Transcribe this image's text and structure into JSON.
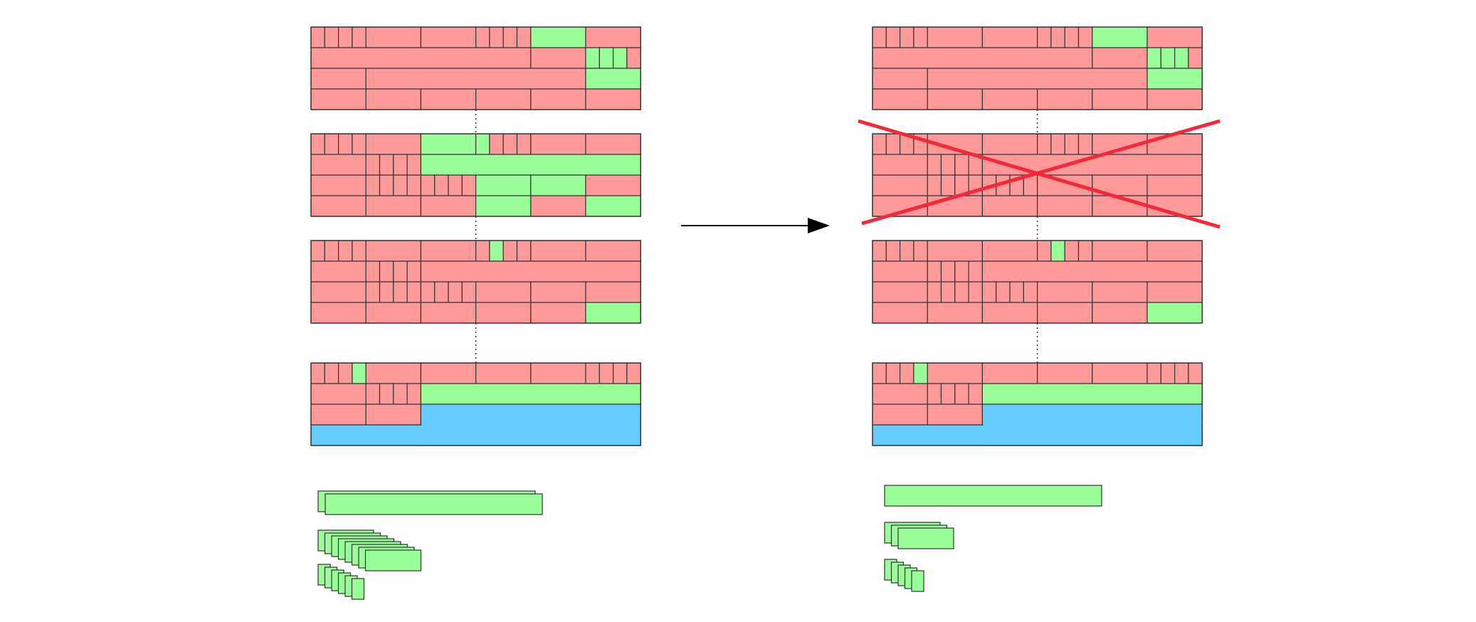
{
  "colors": {
    "used": "#fe9999",
    "free": "#99fe99",
    "unallocated": "#66ccfe",
    "outline": "#333333",
    "cross": "#f2293a",
    "arrow": "#000000",
    "connector": "#333333"
  },
  "diagram": {
    "left_panel": {
      "pages": [
        {
          "rows": [
            [
              "S",
              "S",
              "S",
              "S",
              "M",
              "M",
              "S",
              "S",
              "S",
              "S",
              "F",
              "M"
            ],
            [
              "L",
              "M",
              "f",
              "f",
              "f",
              "s"
            ],
            [
              "M",
              "L",
              "F"
            ],
            [
              "M",
              "M",
              "M",
              "M",
              "M",
              "M"
            ]
          ]
        },
        {
          "rows": [
            [
              "S",
              "S",
              "S",
              "S",
              "M",
              "F",
              "f",
              "S",
              "S",
              "S",
              "M",
              "M"
            ],
            [
              "M",
              "S",
              "S",
              "S",
              "S",
              "FL"
            ],
            [
              "M",
              "S",
              "S",
              "S",
              "S",
              "S",
              "S",
              "S",
              "S",
              "F",
              "F",
              "M"
            ],
            [
              "M",
              "M",
              "M",
              "F",
              "M",
              "F"
            ]
          ]
        },
        {
          "rows": [
            [
              "S",
              "S",
              "S",
              "S",
              "M",
              "M",
              "S",
              "f",
              "S",
              "S",
              "M",
              "M"
            ],
            [
              "M",
              "S",
              "S",
              "S",
              "S",
              "L"
            ],
            [
              "M",
              "S",
              "S",
              "S",
              "S",
              "S",
              "S",
              "S",
              "S",
              "M",
              "M",
              "M"
            ],
            [
              "M",
              "M",
              "M",
              "M",
              "M",
              "F"
            ]
          ]
        },
        {
          "rows": [
            [
              "S",
              "S",
              "S",
              "f",
              "M",
              "M",
              "M",
              "M",
              "S",
              "S",
              "S",
              "S"
            ],
            [
              "M",
              "S",
              "S",
              "S",
              "S",
              "FL"
            ],
            [
              "M",
              "M",
              "B"
            ]
          ]
        }
      ],
      "free_lists": [
        {
          "size": "large",
          "count": 2
        },
        {
          "size": "medium",
          "count": 8
        },
        {
          "size": "small",
          "count": 6
        }
      ]
    },
    "right_panel": {
      "pages": [
        {
          "rows": [
            [
              "S",
              "S",
              "S",
              "S",
              "M",
              "M",
              "S",
              "S",
              "S",
              "S",
              "F",
              "M"
            ],
            [
              "L",
              "M",
              "f",
              "f",
              "f",
              "s"
            ],
            [
              "M",
              "L",
              "F"
            ],
            [
              "M",
              "M",
              "M",
              "M",
              "M",
              "M"
            ]
          ]
        },
        {
          "crossed_out": true,
          "rows": [
            [
              "S",
              "S",
              "S",
              "S",
              "M",
              "M",
              "S",
              "S",
              "S",
              "S",
              "M",
              "M"
            ],
            [
              "M",
              "S",
              "S",
              "S",
              "S",
              "L"
            ],
            [
              "M",
              "S",
              "S",
              "S",
              "S",
              "S",
              "S",
              "S",
              "S",
              "M",
              "M",
              "M"
            ],
            [
              "M",
              "M",
              "M",
              "M",
              "M",
              "M"
            ]
          ]
        },
        {
          "rows": [
            [
              "S",
              "S",
              "S",
              "S",
              "M",
              "M",
              "S",
              "f",
              "S",
              "S",
              "M",
              "M"
            ],
            [
              "M",
              "S",
              "S",
              "S",
              "S",
              "L"
            ],
            [
              "M",
              "S",
              "S",
              "S",
              "S",
              "S",
              "S",
              "S",
              "S",
              "M",
              "M",
              "M"
            ],
            [
              "M",
              "M",
              "M",
              "M",
              "M",
              "F"
            ]
          ]
        },
        {
          "rows": [
            [
              "S",
              "S",
              "S",
              "f",
              "M",
              "M",
              "M",
              "M",
              "S",
              "S",
              "S",
              "S"
            ],
            [
              "M",
              "S",
              "S",
              "S",
              "S",
              "FL"
            ],
            [
              "M",
              "M",
              "B"
            ]
          ]
        }
      ],
      "free_lists": [
        {
          "size": "large",
          "count": 1
        },
        {
          "size": "medium",
          "count": 3
        },
        {
          "size": "small",
          "count": 5
        }
      ]
    }
  }
}
